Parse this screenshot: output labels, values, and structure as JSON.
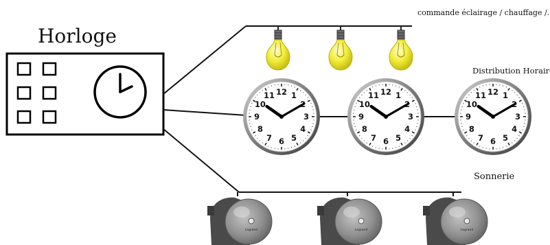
{
  "diagram": {
    "title": "Horloge",
    "labels": {
      "lighting": "commande éclairage / chauffage /...",
      "distribution": "Distribution Horaire",
      "bell": "Sonnerie"
    },
    "clock_numbers": [
      "12",
      "1",
      "2",
      "3",
      "4",
      "5",
      "6",
      "7",
      "8",
      "9",
      "10",
      "11"
    ],
    "clock_time": "10:10",
    "bell_brand": "Legrand",
    "colors": {
      "bulb": "#f3ee3a",
      "bulb_shadow": "#c8c015",
      "bell": "#8e8e8e",
      "line": "#111111"
    }
  }
}
